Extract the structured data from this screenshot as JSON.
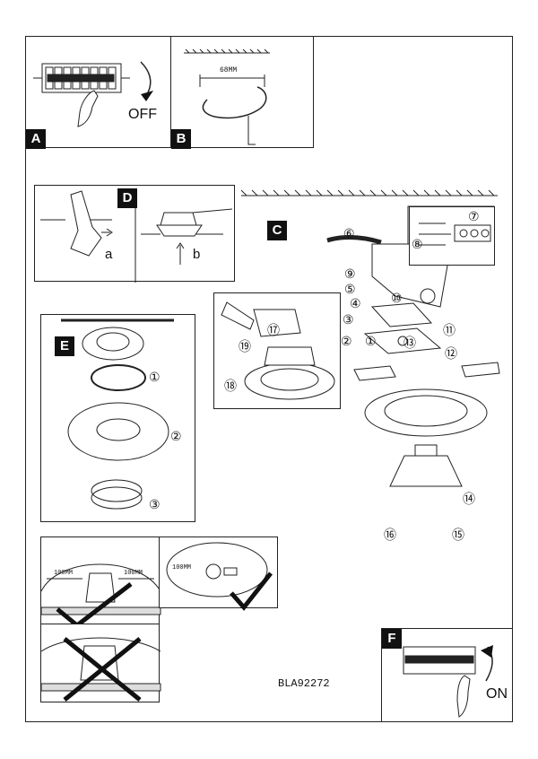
{
  "labels": {
    "A": "A",
    "B": "B",
    "C": "C",
    "D": "D",
    "E": "E",
    "F": "F"
  },
  "switch_off": "OFF",
  "switch_on": "ON",
  "hole_diameter": "68MM",
  "sub_a": "a",
  "sub_b": "b",
  "clearance": "100MM",
  "model_code": "BLA92272",
  "steps": [
    "①",
    "②",
    "③",
    "④",
    "⑤",
    "⑥",
    "⑦",
    "⑧",
    "⑨",
    "⑩",
    "⑪",
    "⑫",
    "⑬",
    "⑭",
    "⑮",
    "⑯",
    "⑰",
    "⑱",
    "⑲"
  ]
}
